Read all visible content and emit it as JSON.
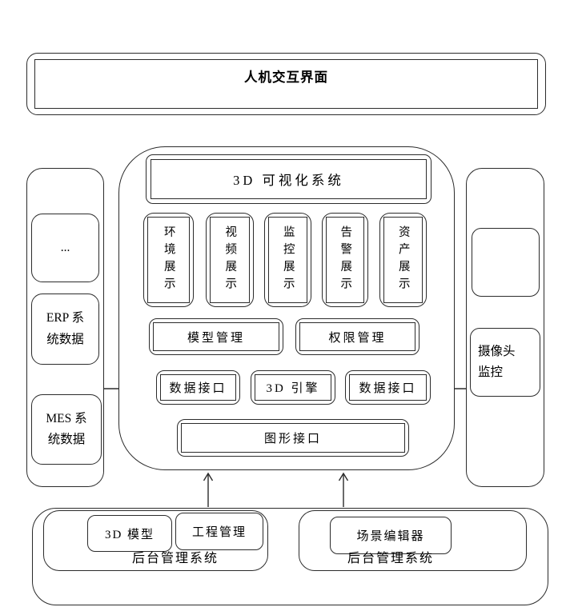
{
  "top_banner": {
    "title": "人机交互界面"
  },
  "left_panel": {
    "items": [
      {
        "line1": "...",
        "line2": ""
      },
      {
        "line1": "ERP 系",
        "line2": "统数据"
      },
      {
        "line1": "MES 系",
        "line2": "统数据"
      }
    ]
  },
  "right_panel": {
    "camera": {
      "line1": "摄像头",
      "line2": "监控"
    }
  },
  "main_system": {
    "title": "3D 可视化系统",
    "display_modules": [
      "环境展示",
      "视频展示",
      "监控展示",
      "告警展示",
      "资产展示"
    ],
    "model_mgmt": "模型管理",
    "permission_mgmt": "权限管理",
    "data_interface_left": "数据接口",
    "engine": "3D 引擎",
    "data_interface_right": "数据接口",
    "graphics_interface": "图形接口"
  },
  "backend_left": {
    "module1": "3D 模型",
    "module2": "工程管理",
    "label": "后台管理系统"
  },
  "backend_right": {
    "module1": "场景编辑器",
    "label": "后台管理系统"
  },
  "colors": {
    "line": "#2b2b2b",
    "background": "#ffffff",
    "text": "#000000"
  }
}
